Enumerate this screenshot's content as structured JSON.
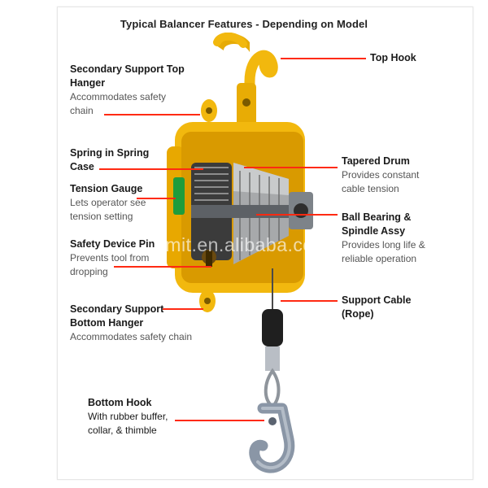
{
  "title": "Typical Balancer Features - Depending on Model",
  "watermark": "hmit.en.alibaba.com",
  "colors": {
    "accent_line": "#ff2a12",
    "body_yellow": "#f2b80e",
    "hook_steel": "#8a96a6"
  },
  "labels": {
    "top_hook": {
      "heading": "Top Hook"
    },
    "secondary_top_hanger": {
      "heading": "Secondary Support Top Hanger",
      "desc": "Accommodates safety chain"
    },
    "spring_case": {
      "heading": "Spring in Spring Case"
    },
    "tension_gauge": {
      "heading": "Tension Gauge",
      "desc": "Lets operator see tension setting"
    },
    "safety_pin": {
      "heading": "Safety Device Pin",
      "desc": "Prevents tool from dropping"
    },
    "secondary_bottom_hanger": {
      "heading": "Secondary Support Bottom Hanger",
      "desc": "Accommodates safety chain"
    },
    "tapered_drum": {
      "heading": "Tapered Drum",
      "desc": "Provides constant cable tension"
    },
    "ball_bearing": {
      "heading": "Ball Bearing & Spindle Assy",
      "desc": "Provides long life & reliable operation"
    },
    "support_cable": {
      "heading": "Support Cable (Rope)"
    },
    "bottom_hook": {
      "heading": "Bottom Hook",
      "desc": "With rubber buffer, collar, & thimble"
    }
  }
}
